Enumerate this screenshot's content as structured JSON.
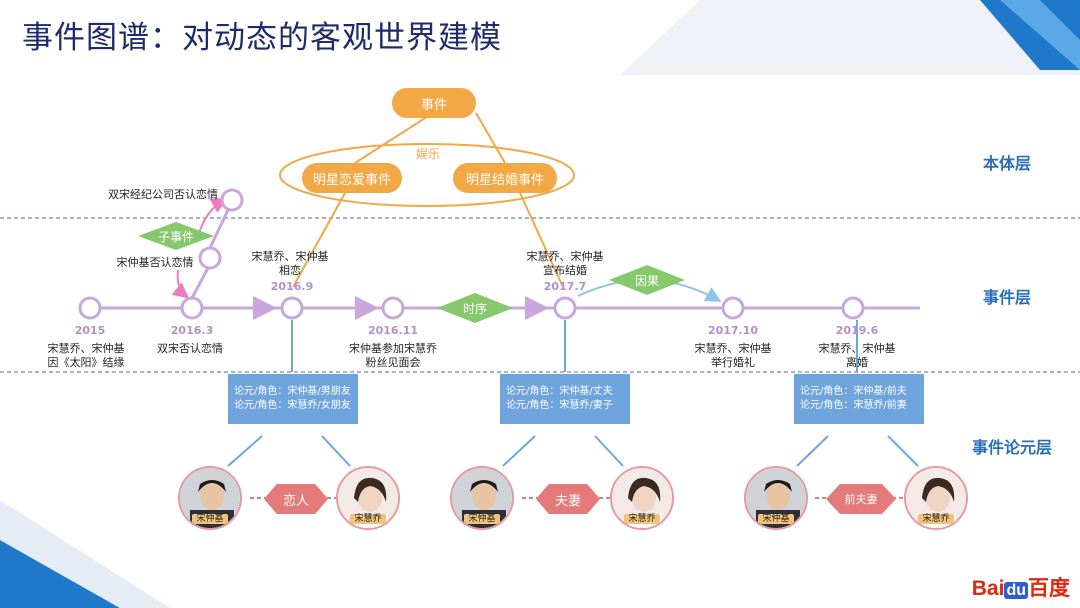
{
  "title": "事件图谱：对动态的客观世界建模",
  "layers": {
    "ontology": "本体层",
    "event": "事件层",
    "argument": "事件论元层"
  },
  "ontology": {
    "root": "事件",
    "domain": "娱乐",
    "children": [
      "明星恋爱事件",
      "明星结婚事件"
    ]
  },
  "sub_events": {
    "label": "子事件",
    "items": [
      "双宋经纪公司否认恋情",
      "宋仲基否认恋情"
    ]
  },
  "relations": {
    "sequence": "时序",
    "causal": "因果"
  },
  "timeline": [
    {
      "date": "2015",
      "text": [
        "宋慧乔、宋仲基",
        "因《太阳》结缘"
      ]
    },
    {
      "date": "2016.3",
      "text": [
        "双宋否认恋情"
      ]
    },
    {
      "date": "2016.9",
      "text": [
        "宋慧乔、宋仲基",
        "相恋"
      ]
    },
    {
      "date": "2016.11",
      "text": [
        "宋仲基参加宋慧乔",
        "粉丝见面会"
      ]
    },
    {
      "date": "2017.7",
      "text": [
        "宋慧乔、宋仲基",
        "宣布结婚"
      ]
    },
    {
      "date": "2017.10",
      "text": [
        "宋慧乔、宋仲基",
        "举行婚礼"
      ]
    },
    {
      "date": "2019.6",
      "text": [
        "宋慧乔、宋仲基",
        "离婚"
      ]
    }
  ],
  "arguments": [
    {
      "lines": [
        "论元/角色：宋仲基/男朋友",
        "论元/角色：宋慧乔/女朋友"
      ],
      "relation": "恋人",
      "left_person": "宋仲基",
      "right_person": "宋慧乔"
    },
    {
      "lines": [
        "论元/角色：宋仲基/丈夫",
        "论元/角色：宋慧乔/妻子"
      ],
      "relation": "夫妻",
      "left_person": "宋仲基",
      "right_person": "宋慧乔"
    },
    {
      "lines": [
        "论元/角色：宋仲基/前夫",
        "论元/角色：宋慧乔/前妻"
      ],
      "relation": "前夫妻",
      "left_person": "宋仲基",
      "right_person": "宋慧乔"
    }
  ],
  "logo": {
    "part1": "Bai",
    "part2": "du",
    "part3": "百度"
  },
  "colors": {
    "title": "#1d2c6b",
    "layer_label": "#2c6fb6",
    "ontology_orange": "#f2a845",
    "timeline_purple": "#c9a6dc",
    "diamond_green": "#86c86b",
    "argument_box": "#6fa5dc",
    "relation_red": "#e57a7a",
    "causal_arrow": "#8ec6ea",
    "subevent_arrow": "#f07ac0"
  }
}
